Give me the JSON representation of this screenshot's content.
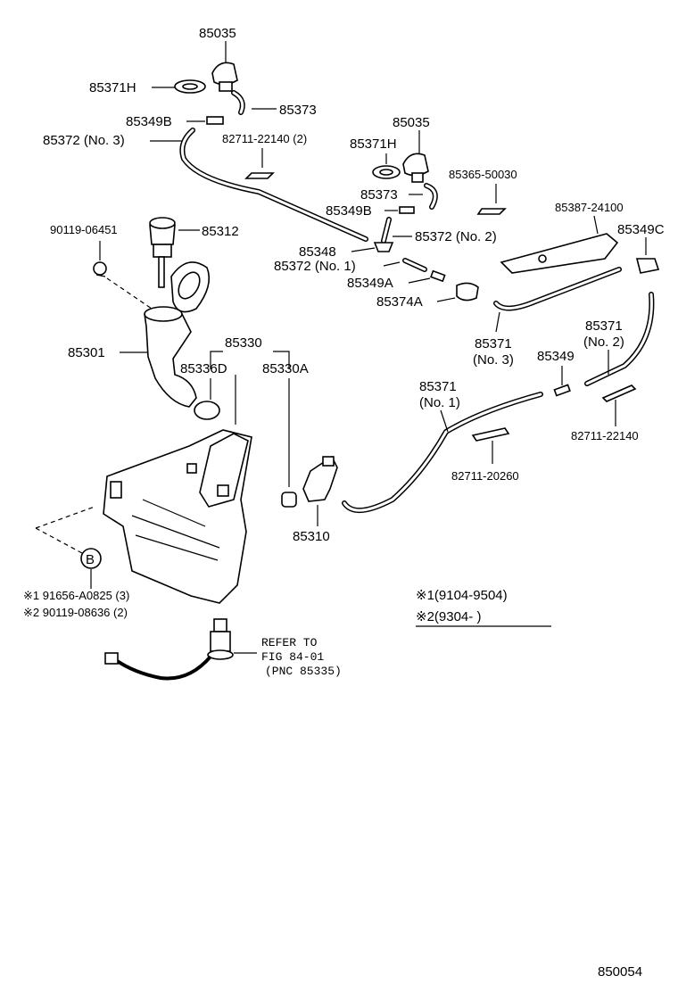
{
  "labels": {
    "nozzle_top": "85035",
    "grommet_top": "85371H",
    "hose_top": "85373",
    "jet_b_top": "85349B",
    "hose_no3_left": "85372 (No. 3)",
    "clamp_top": "82711-22140 (2)",
    "nozzle_mid": "85035",
    "grommet_mid": "85371H",
    "clamp_85365": "85365-50030",
    "hose_mid": "85373",
    "jet_b_mid": "85349B",
    "hose_no2": "85372 (No. 2)",
    "cover_85387": "85387-24100",
    "jet_c": "85349C",
    "cap_bolt": "90119-06451",
    "cap": "85312",
    "joint_85348": "85348",
    "hose_no1_short": "85372 (No. 1)",
    "jet_a": "85349A",
    "nozzle_a": "85374A",
    "inlet": "85301",
    "tank_assy": "85330",
    "grommet_d": "85336D",
    "grommet_a": "85330A",
    "hose_85371_no3": "85371",
    "hose_85371_no3_sub": "(No. 3)",
    "jet_85349": "85349",
    "hose_85371_no2": "85371",
    "hose_85371_no2_sub": "(No. 2)",
    "hose_85371_no1": "85371",
    "hose_85371_no1_sub": "(No. 1)",
    "clamp_right": "82711-22140",
    "clamp_20260": "82711-20260",
    "pump": "85310",
    "callout_b": "B",
    "note_1": "※1 91656-A0825 (3)",
    "note_2": "※2 90119-08636 (2)",
    "refer_1": "REFER TO",
    "refer_2": "FIG 84-01",
    "refer_3": "(PNC 85335)",
    "legend_1": "※1(9104-9504)",
    "legend_2": "※2(9304-       )",
    "page_code": "850054"
  }
}
